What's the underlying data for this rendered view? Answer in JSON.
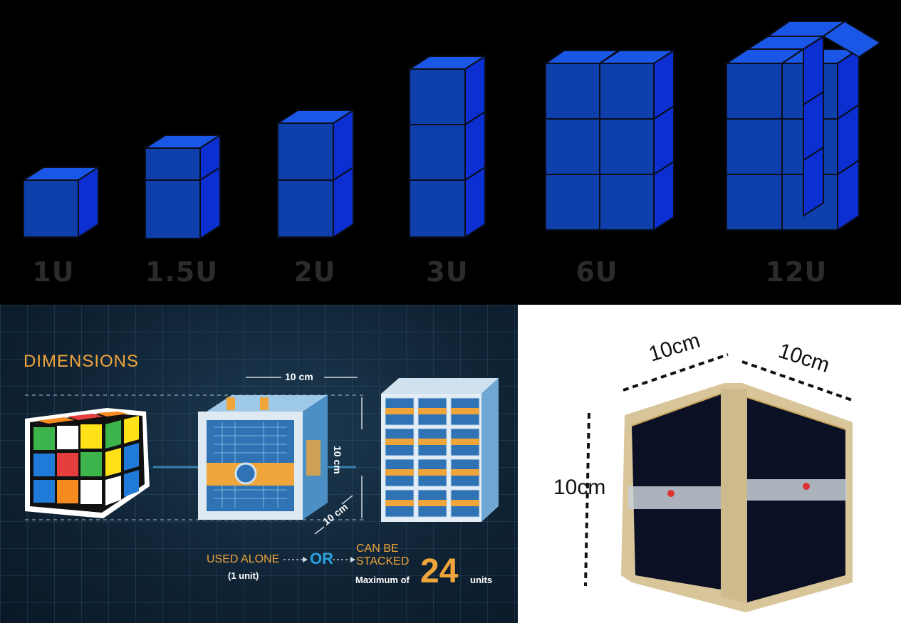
{
  "top_panel": {
    "labels": [
      "1U",
      "1.5U",
      "2U",
      "3U",
      "6U",
      "12U"
    ],
    "cube_colors": {
      "front": "#0f3faa",
      "top": "#1a57e6",
      "side": "#0b2fd0",
      "edge": "#0a0d1a"
    }
  },
  "infographic": {
    "title": "DIMENSIONS",
    "width_label": "10 cm",
    "height_label": "10 cm",
    "depth_label": "10 cm",
    "used_alone": "USED ALONE",
    "one_unit": "(1 unit)",
    "or_label": "OR",
    "can_be_stacked_line1": "CAN BE",
    "can_be_stacked_line2": "STACKED",
    "maximum_of": "Maximum of",
    "max_units_number": "24",
    "units_word": "units",
    "accent_orange": "#f0a53a",
    "accent_blue": "#2aa3e0"
  },
  "photo_panel": {
    "width_label_left": "10cm",
    "width_label_right": "10cm",
    "height_label": "10cm"
  }
}
